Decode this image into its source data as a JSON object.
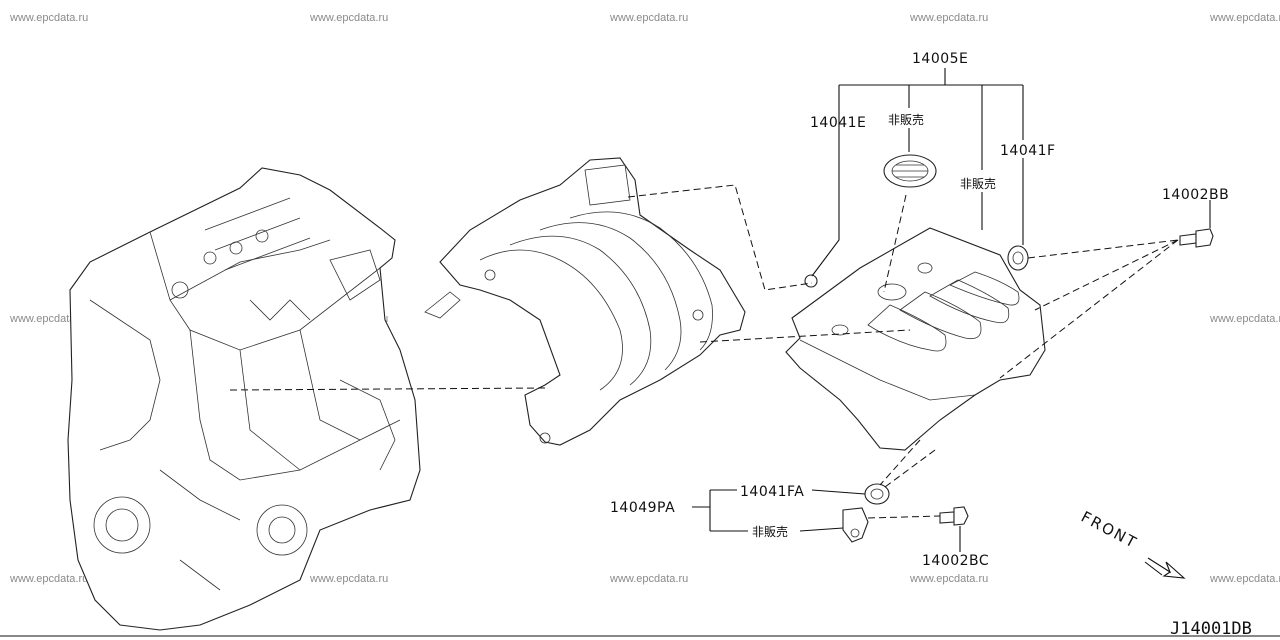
{
  "watermark": "www.epcdata.ru",
  "diagram_id": "J14001DB",
  "front_label": "FRONT",
  "labels": {
    "p14005E": "14005E",
    "p14041E": "14041E",
    "p14041F": "14041F",
    "p14002BB": "14002BB",
    "p14041FA": "14041FA",
    "p14049PA": "14049PA",
    "p14002BC": "14002BC",
    "not_for_sale_1": "非販売",
    "not_for_sale_2": "非販売",
    "not_for_sale_3": "非販売"
  }
}
